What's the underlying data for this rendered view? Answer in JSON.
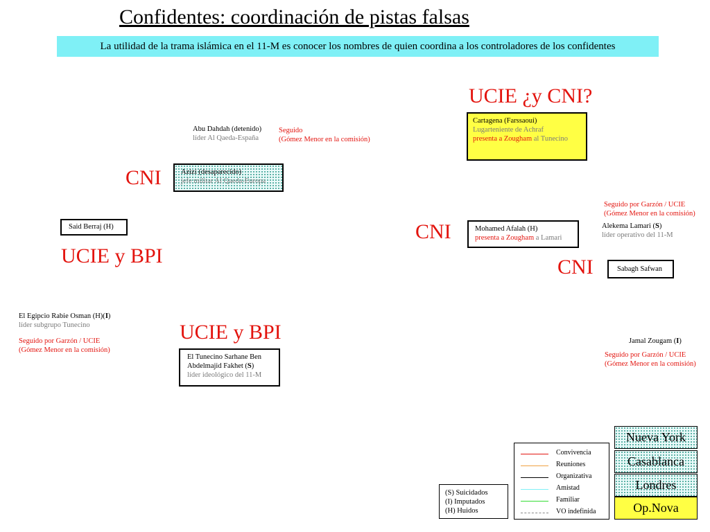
{
  "title": "Confidentes: coordinación de pistas falsas",
  "subtitle": "La utilidad de la trama islámica en el 11-M es conocer los nombres de quien coordina a los controladores de los confidentes",
  "agency_labels": {
    "ucie_cni": "UCIE ¿y CNI?",
    "cni_azizi": "CNI",
    "ucie_bpi_berraj": "UCIE y BPI",
    "cni_afalah": "CNI",
    "cni_safwan": "CNI",
    "ucie_bpi_fakhet": "UCIE y BPI"
  },
  "nodes": {
    "dahdah": {
      "name": "Abu Dahdah (detenido)",
      "role": "líder Al Qaeda-España",
      "note_1": "Seguido",
      "note_2": "(Gómez Menor en la comisión)"
    },
    "cartagena": {
      "name": "Cartagena (Farssaoui)",
      "role": "Lugarteniente de Achraf",
      "action_red": "presenta a Zougham",
      "action_grey": " al Tunecino"
    },
    "azizi": {
      "name": "Azizi (desaparecido)",
      "role": "jefe militar Al Qaeda-Europa"
    },
    "berraj": {
      "name": "Said Berraj (H)"
    },
    "lamari": {
      "note_1": "Seguido por Garzón / UCIE",
      "note_2": "(Gómez Menor en la comisión)",
      "name": "Alekema Lamari (",
      "tag": "S",
      "name_end": ")",
      "role": "líder operativo del 11-M"
    },
    "afalah": {
      "name": "Mohamed Afalah (H)",
      "action_red": "presenta a Zougham",
      "action_grey": " a Lamari"
    },
    "safwan": {
      "name": "Sabagh Safwan"
    },
    "rabie": {
      "name": "El Egipcio Rabie Osman (H)(",
      "tag": "I",
      "name_end": ")",
      "role": "líder subgrupo Tunecino",
      "note_1": "Seguido por Garzón / UCIE",
      "note_2": "(Gómez Menor en la comisión)"
    },
    "fakhet": {
      "name_1": "El Tunecino Sarhane Ben",
      "name_2": "Abdelmajid Fakhet (",
      "tag": "S",
      "name_end": ")",
      "role": "líder ideológico del 11-M"
    },
    "zougam": {
      "name": "Jamal Zougam (",
      "tag": "I",
      "name_end": ")",
      "note_1": "Seguido por Garzón / UCIE",
      "note_2": "(Gómez Menor en la comisión)"
    }
  },
  "abbreviations": [
    "(S)  Suicidados",
    "(I)   Imputados",
    "(H) Huidos"
  ],
  "line_legend": [
    {
      "label": "Convivencia",
      "color": "#e3140e",
      "style": "solid"
    },
    {
      "label": "Reuniones",
      "color": "#f0a040",
      "style": "solid"
    },
    {
      "label": "Organizativa",
      "color": "#000000",
      "style": "solid"
    },
    {
      "label": "Amistad",
      "color": "#7ff0f6",
      "style": "solid"
    },
    {
      "label": "Familiar",
      "color": "#33dd33",
      "style": "solid"
    },
    {
      "label": "VO indefinida",
      "color": "#888888",
      "style": "dashed"
    }
  ],
  "location_legend": [
    {
      "label": "Nueva York",
      "fill": "dotted"
    },
    {
      "label": "Casablanca",
      "fill": "dotted"
    },
    {
      "label": "Londres",
      "fill": "dotted"
    },
    {
      "label": "Op.Nova",
      "fill": "yellow"
    }
  ]
}
